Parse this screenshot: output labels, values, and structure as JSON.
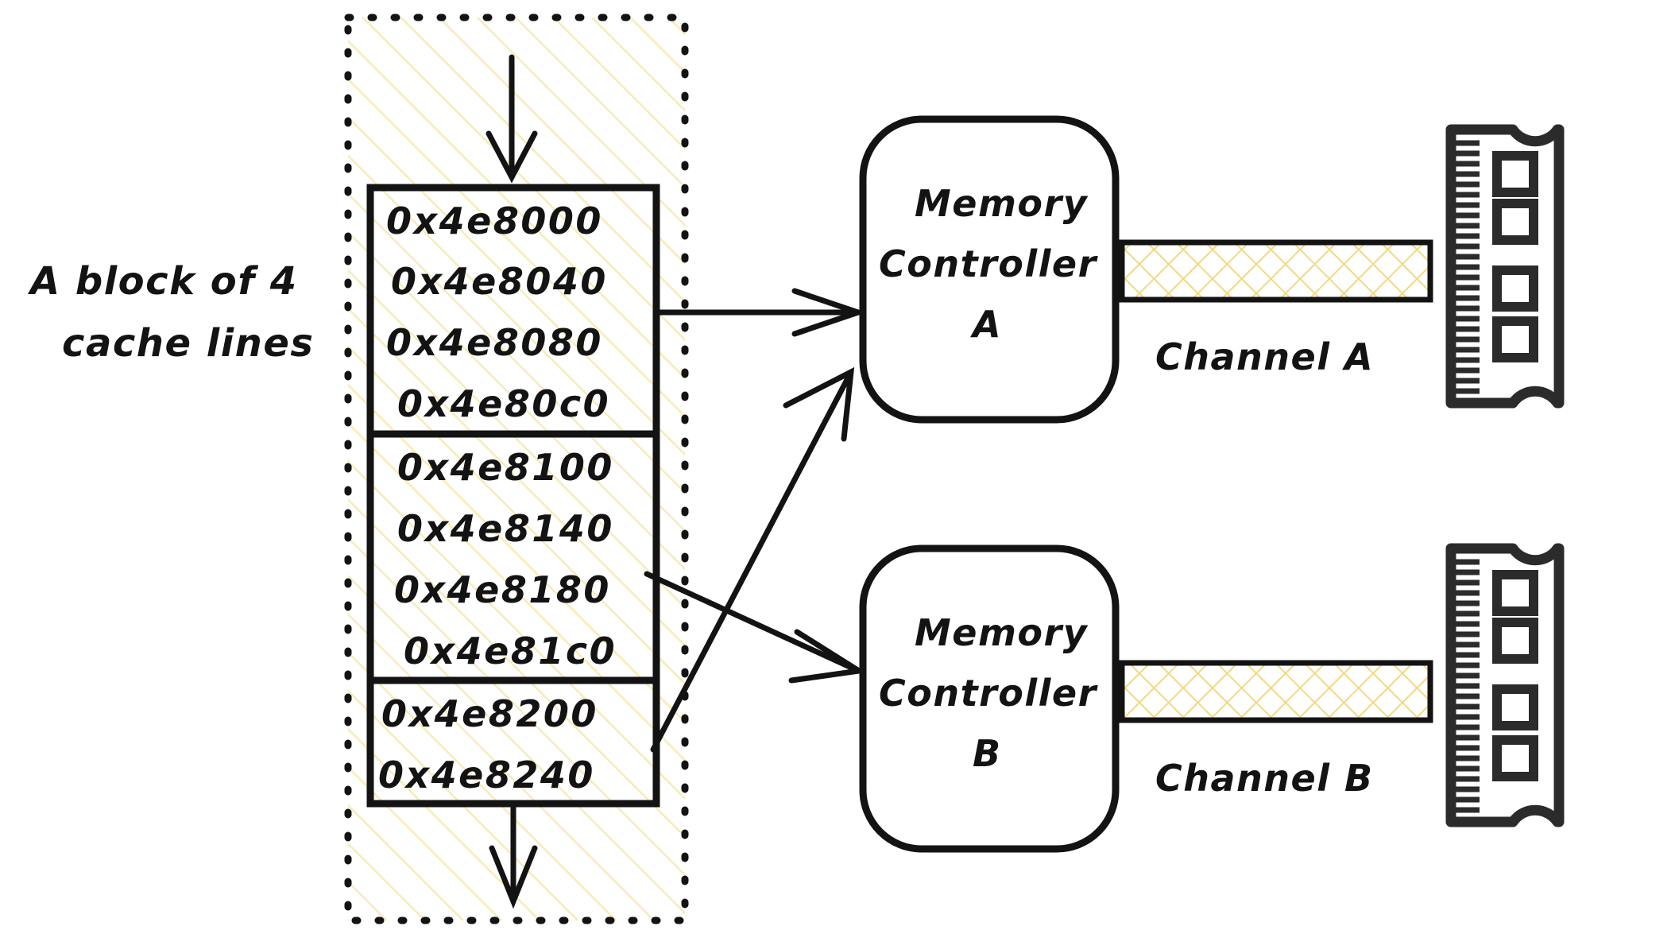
{
  "colors": {
    "ink": "#131313",
    "hatch": "#f5e6a8",
    "hatch_light": "#faf0c8",
    "background": "#ffffff",
    "channel_fill": "#fdf6d9"
  },
  "annotations": {
    "block_label_line1": "A block of 4",
    "block_label_line2": "cache lines"
  },
  "cache_block_container": {
    "name": "dashed-hatched-region",
    "inflow_arrow": "arrow-down-top",
    "outflow_arrow": "arrow-down-bottom"
  },
  "address_groups": [
    {
      "group_index": 0,
      "target": "Memory Controller A",
      "addresses": [
        "0x4e8000",
        "0x4e8040",
        "0x4e8080",
        "0x4e80c0"
      ]
    },
    {
      "group_index": 1,
      "target": "Memory Controller B",
      "addresses": [
        "0x4e8100",
        "0x4e8140",
        "0x4e8180",
        "0x4e81c0"
      ]
    },
    {
      "group_index": 2,
      "target": "Memory Controller A",
      "addresses": [
        "0x4e8200",
        "0x4e8240"
      ]
    }
  ],
  "controllers": [
    {
      "id": "a",
      "line1": "Memory",
      "line2": "Controller",
      "line3": "A",
      "channel_label": "Channel A",
      "dimm_chip_count": 4
    },
    {
      "id": "b",
      "line1": "Memory",
      "line2": "Controller",
      "line3": "B",
      "channel_label": "Channel B",
      "dimm_chip_count": 4
    }
  ],
  "icons": {
    "dimm": "ram-module-icon",
    "arrow": "arrow-icon",
    "channel_bar": "crosshatch-bar-icon"
  }
}
